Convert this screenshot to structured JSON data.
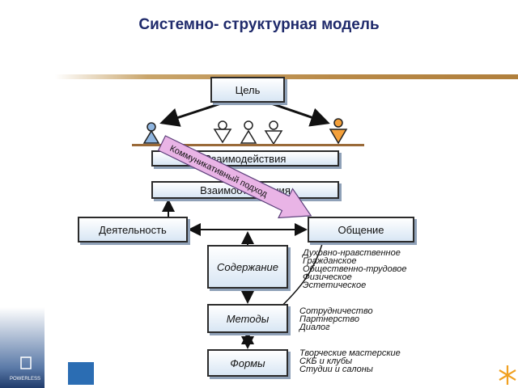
{
  "title": "Системно- структурная модель",
  "boxes": {
    "goal": "Цель",
    "interaction": "Взаимодействия",
    "relations": "Взаимоотношения",
    "activity": "Деятельность",
    "communication": "Общение",
    "content": "Содержание",
    "methods": "Методы",
    "forms": "Формы"
  },
  "arrow_label": "Коммуникативный подход",
  "content_items": [
    "Духовно-нравственное",
    "Гражданское",
    "Общественно-трудовое",
    "Физическое",
    "Эстетическое"
  ],
  "methods_items": [
    "Сотрудничество",
    "Партнерство",
    "Диалог"
  ],
  "forms_items": [
    "Творческие мастерские",
    "СКБ и клубы",
    "Студии и салоны"
  ],
  "logo_text": "POWERLESS",
  "colors": {
    "title": "#1f2a6b",
    "arrow_fill": "#e9b4e6",
    "figure_blue": "#8fb5df",
    "figure_orange": "#f4a03a",
    "accent": "#2b6db3"
  }
}
